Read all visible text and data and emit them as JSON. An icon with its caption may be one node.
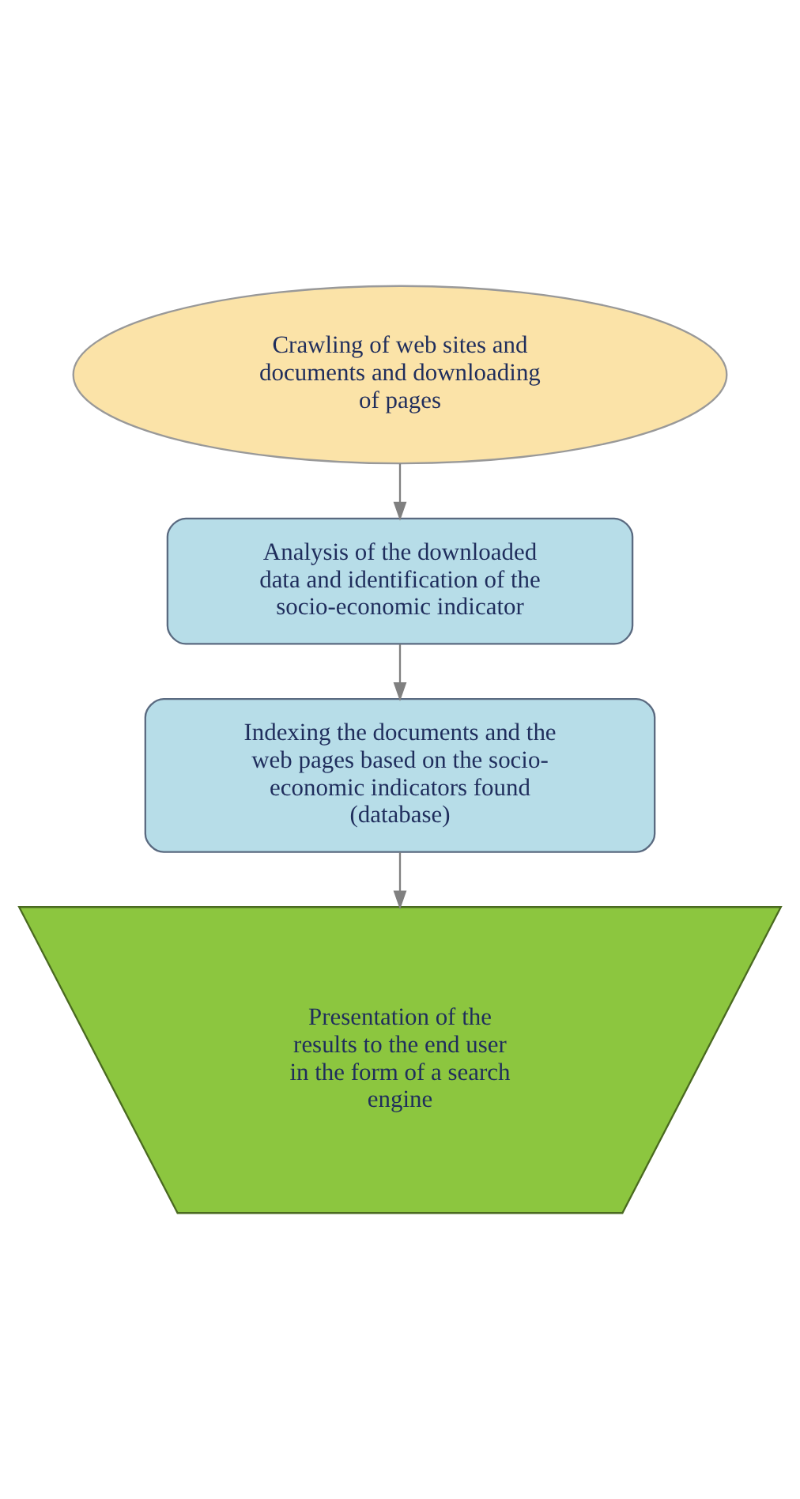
{
  "diagram": {
    "nodes": [
      {
        "text": [
          "Crawling of web sites and documents and downloading of pages"
        ]
      },
      {
        "text": [
          "Analysis of the downloaded data and identification of the socio-economic indicator"
        ]
      },
      {
        "text": [
          "Indexing the documents and the web pages based on the socio-economic indicators found (database)"
        ]
      },
      {
        "text": [
          "Presentation of the results to the end user in the form of a search engine"
        ]
      }
    ],
    "edges": [
      {
        "from": 0,
        "to": 1,
        "arrow": "to"
      },
      {
        "from": 1,
        "to": 2,
        "arrow": "to"
      },
      {
        "from": 2,
        "to": 3,
        "arrow": "to"
      }
    ]
  }
}
